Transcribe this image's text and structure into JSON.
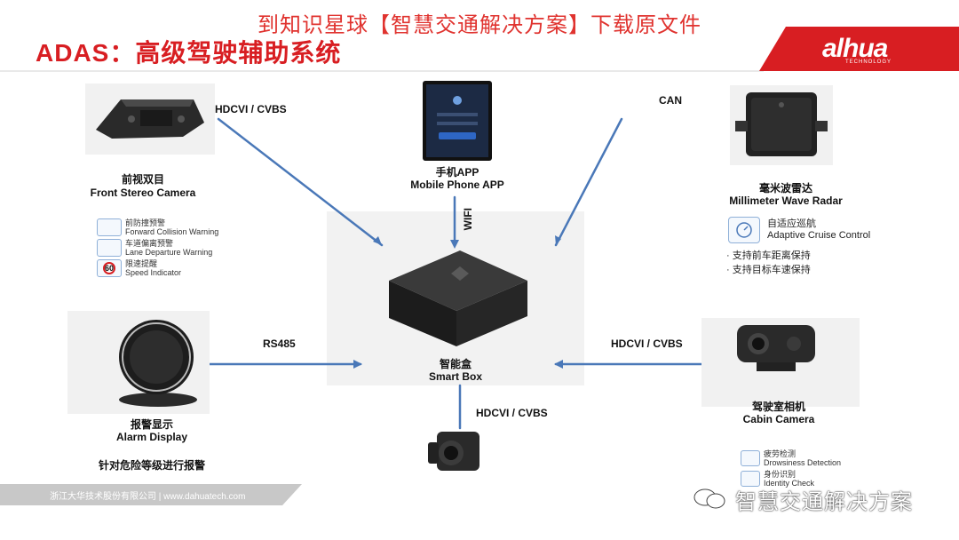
{
  "watermark_top": "到知识星球【智慧交通解决方案】下载原文件",
  "title": "ADAS：高级驾驶辅助系统",
  "brand": {
    "logo": "alhua",
    "sub": "TECHNOLOGY",
    "color": "#d81e22"
  },
  "devices": {
    "stereo_camera": {
      "cn": "前视双目",
      "en": "Front Stereo Camera"
    },
    "mobile_app": {
      "cn": "手机APP",
      "en": "Mobile Phone APP"
    },
    "radar": {
      "cn": "毫米波雷达",
      "en": "Millimeter Wave Radar"
    },
    "smart_box": {
      "cn": "智能盒",
      "en": "Smart  Box"
    },
    "alarm_display": {
      "cn": "报警显示",
      "en": "Alarm Display",
      "note": "针对危险等级进行报警"
    },
    "cabin_camera": {
      "cn": "驾驶室相机",
      "en": "Cabin  Camera"
    }
  },
  "connections": {
    "stereo": "HDCVI / CVBS",
    "can": "CAN",
    "wifi": "WIFI",
    "rs485": "RS485",
    "cabin": "HDCVI / CVBS",
    "bottom": "HDCVI / CVBS"
  },
  "stereo_features": [
    {
      "icon": "collision-icon",
      "cn": "前防撞预警",
      "en": "Forward Collision Warning"
    },
    {
      "icon": "lane-icon",
      "cn": "车道偏离预警",
      "en": "Lane Departure Warning"
    },
    {
      "icon": "speed-60-icon",
      "cn": "限速提醒",
      "en": "Speed Indicator",
      "badge": "60"
    }
  ],
  "radar_features": {
    "cn": "自适应巡航",
    "en": "Adaptive Cruise Control",
    "bullets": [
      "· 支持前车距离保持",
      "· 支持目标车速保持"
    ]
  },
  "cabin_features": [
    {
      "icon": "drowsiness-icon",
      "cn": "疲劳检测",
      "en": "Drowsiness Detection"
    },
    {
      "icon": "identity-icon",
      "cn": "身份识别",
      "en": "Identity Check"
    }
  ],
  "footer": "浙江大华技术股份有限公司  |  www.dahuatech.com",
  "wechat_watermark": "智慧交通解决方案",
  "colors": {
    "line": "#4a78b8",
    "accent": "#d81e22"
  }
}
